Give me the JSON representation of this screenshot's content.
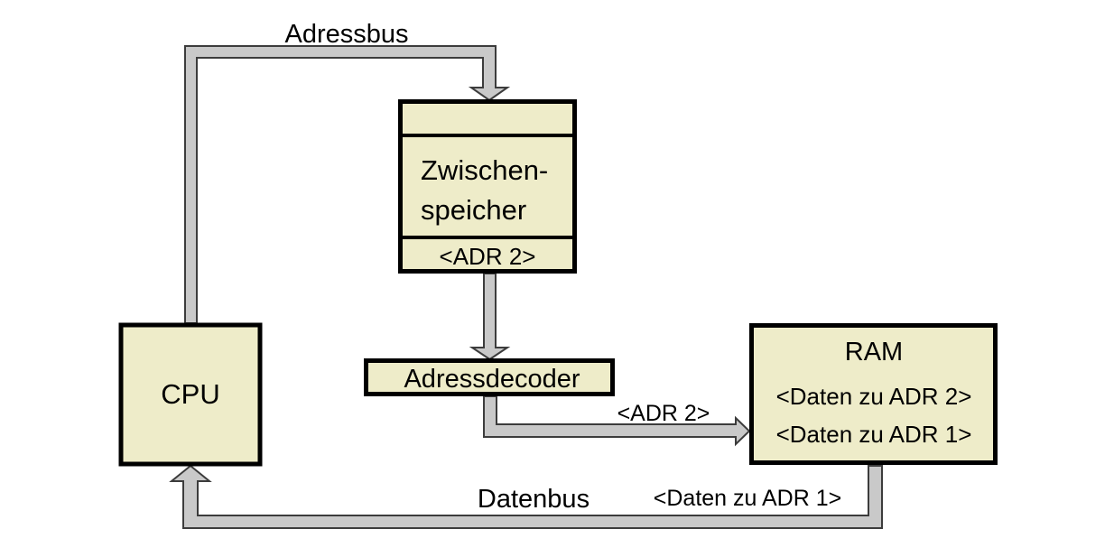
{
  "diagram": {
    "bus_labels": {
      "adressbus": "Adressbus",
      "datenbus": "Datenbus",
      "adr2": "<ADR 2>",
      "daten_zu_adr1": "<Daten zu ADR 1>"
    },
    "nodes": {
      "cpu": {
        "label": "CPU"
      },
      "zwischenspeicher": {
        "name_line1": "Zwischen-",
        "name_line2": "speicher",
        "register": "<ADR 2>"
      },
      "adressdecoder": {
        "label": "Adressdecoder"
      },
      "ram": {
        "label": "RAM",
        "entries": [
          "<Daten zu ADR 2>",
          "<Daten zu ADR 1>"
        ]
      }
    },
    "colors": {
      "box_fill": "#eeecc9",
      "box_border": "#000000",
      "bus_fill": "#c9c9c9",
      "bus_outline": "#3c3c3c",
      "background": "#ffffff",
      "text": "#000000"
    }
  }
}
